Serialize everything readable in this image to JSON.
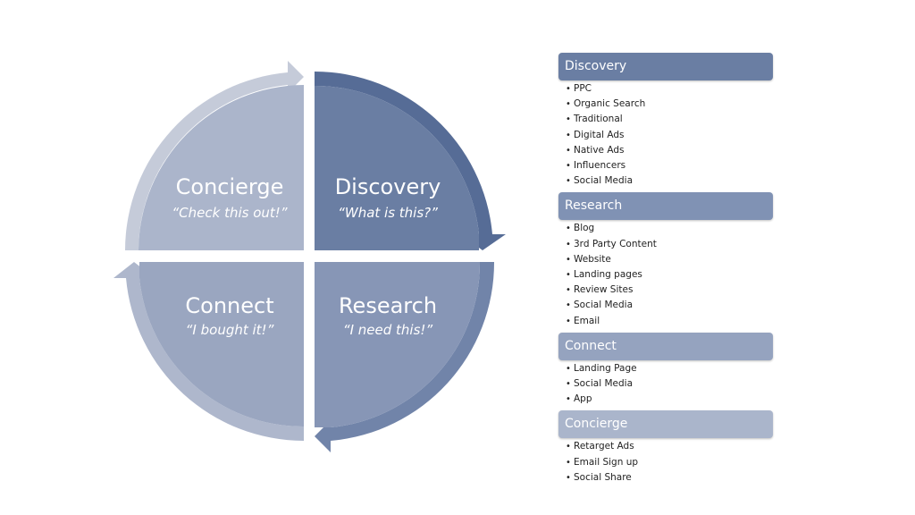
{
  "diagram": {
    "quadrants": [
      {
        "id": "concierge",
        "title": "Concierge",
        "quote": "“Check this out!”",
        "color": "#abb5cb",
        "arrow_color": "#c5cbd9"
      },
      {
        "id": "discovery",
        "title": "Discovery",
        "quote": "“What is this?”",
        "color": "#6a7ea3",
        "arrow_color": "#566c96"
      },
      {
        "id": "research",
        "title": "Research",
        "quote": "“I need this!”",
        "color": "#8796b6",
        "arrow_color": "#7184a9"
      },
      {
        "id": "connect",
        "title": "Connect",
        "quote": "“I bought it!”",
        "color": "#9aa6c0",
        "arrow_color": "#aeb7cc"
      }
    ]
  },
  "panel": {
    "sections": [
      {
        "title": "Discovery",
        "color": "#6a7ea3",
        "items": [
          "PPC",
          "Organic Search",
          "Traditional",
          "Digital Ads",
          "Native Ads",
          "Influencers",
          "Social Media"
        ]
      },
      {
        "title": "Research",
        "color": "#8092b4",
        "items": [
          "Blog",
          "3rd Party Content",
          "Website",
          "Landing pages",
          "Review Sites",
          "Social Media",
          "Email"
        ]
      },
      {
        "title": "Connect",
        "color": "#95a3bf",
        "items": [
          "Landing Page",
          "Social Media",
          "App"
        ]
      },
      {
        "title": "Concierge",
        "color": "#aab5cb",
        "items": [
          "Retarget Ads",
          "Email Sign up",
          "Social Share"
        ]
      }
    ]
  }
}
